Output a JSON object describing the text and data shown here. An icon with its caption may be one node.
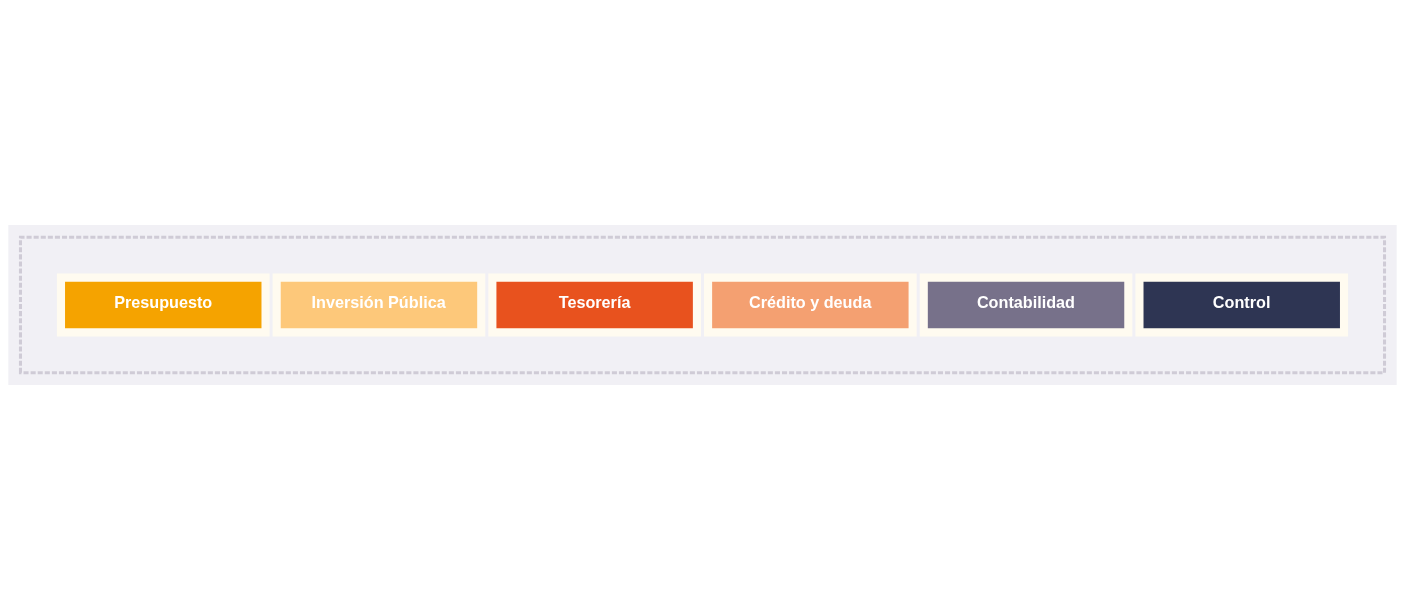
{
  "diagram": {
    "nodes": [
      {
        "text": [],
        "shape": "box"
      },
      {
        "text": [
          "Presupuesto"
        ],
        "in": 0
      },
      {
        "text": [
          "Inversión Pública"
        ],
        "in": 0
      },
      {
        "text": [
          "Tesorería"
        ],
        "in": 0
      },
      {
        "text": [
          "Crédito y deuda"
        ],
        "in": 0
      },
      {
        "text": [
          "Contabilidad"
        ],
        "in": 0
      },
      {
        "text": [
          "Control"
        ],
        "in": 0
      }
    ]
  }
}
